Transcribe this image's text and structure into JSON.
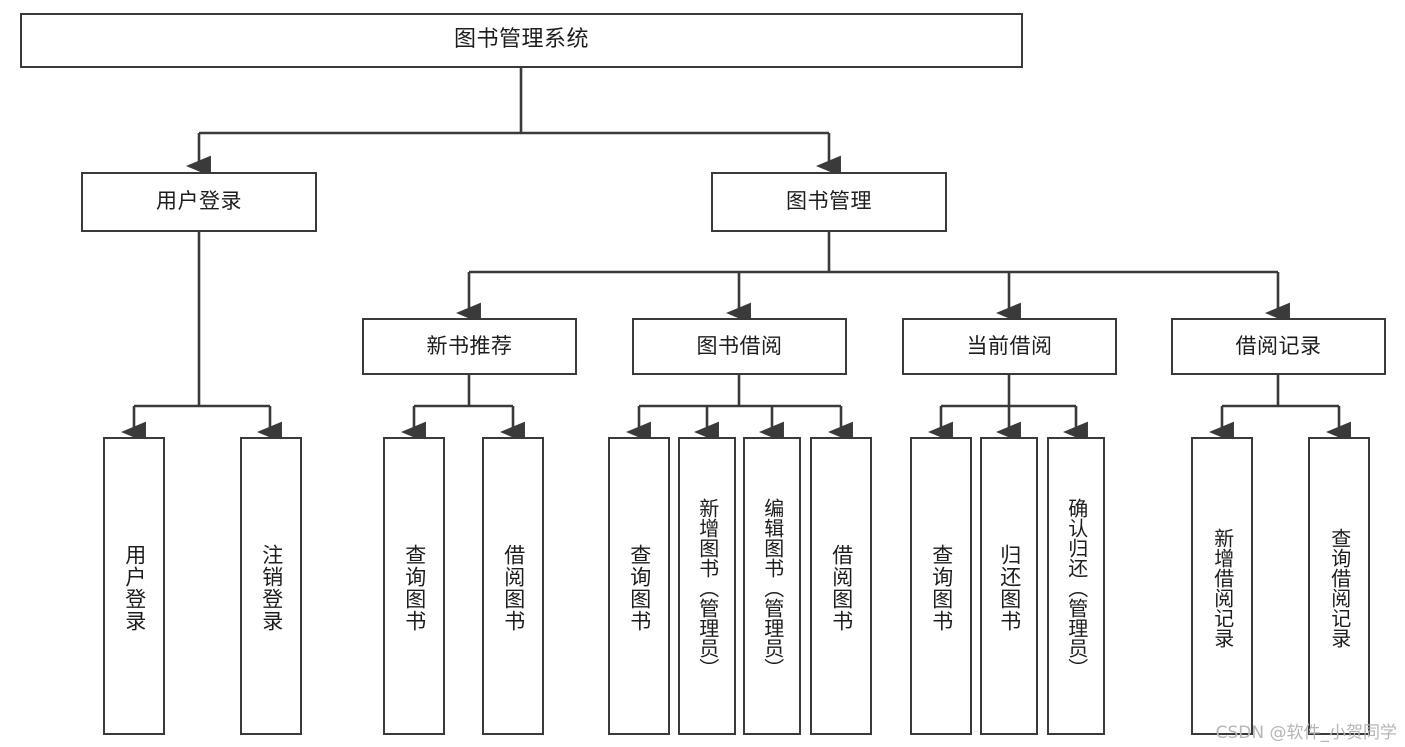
{
  "diagram": {
    "title": "图书管理系统",
    "type": "hierarchy-tree",
    "root": {
      "label": "图书管理系统"
    },
    "level2": [
      {
        "label": "用户登录"
      },
      {
        "label": "图书管理"
      }
    ],
    "level3": [
      {
        "label": "新书推荐"
      },
      {
        "label": "图书借阅"
      },
      {
        "label": "当前借阅"
      },
      {
        "label": "借阅记录"
      }
    ],
    "leaves": {
      "user_login": [
        {
          "label": "用户登录"
        },
        {
          "label": "注销登录"
        }
      ],
      "new_book_recommend": [
        {
          "label": "查询图书"
        },
        {
          "label": "借阅图书"
        }
      ],
      "book_borrow": [
        {
          "label": "查询图书"
        },
        {
          "label": "新增图书（管理员）"
        },
        {
          "label": "编辑图书（管理员）"
        },
        {
          "label": "借阅图书"
        }
      ],
      "current_borrow": [
        {
          "label": "查询图书"
        },
        {
          "label": "归还图书"
        },
        {
          "label": "确认归还（管理员）"
        }
      ],
      "borrow_record": [
        {
          "label": "新增借阅记录"
        },
        {
          "label": "查询借阅记录"
        }
      ]
    }
  },
  "watermark": {
    "text": "CSDN @软件_小贺同学"
  },
  "colors": {
    "border": "#3a3a3a",
    "background": "#ffffff",
    "text": "#1d1d1d",
    "watermark": "#b6b6b6"
  }
}
